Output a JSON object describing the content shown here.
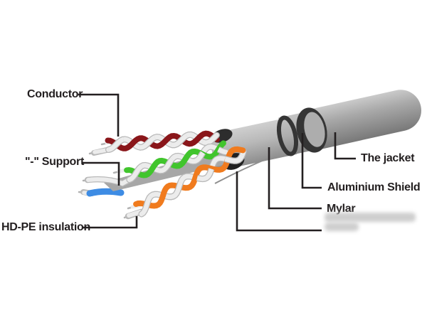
{
  "figure": {
    "description": "Cutaway diagram of an FTP network cable showing jacket, shield, mylar wrap, support member and twisted wire pairs",
    "labels": {
      "conductor": "Conductor",
      "support": "\"-\" Support",
      "hd_pe_insulation": "HD-PE insulation",
      "the_jacket": "The jacket",
      "aluminium_shield": "Aluminium Shield",
      "mylar": "Mylar"
    },
    "watermark_note": "blurred unreadable text patch below Mylar label",
    "colors": {
      "background": "#ffffff",
      "callout_line": "#231f20",
      "label_text": "#231f20",
      "pair_maroon": "#8a161a",
      "pair_green": "#41c52d",
      "pair_orange": "#f07b1e",
      "wire_blue": "#3e8ce4",
      "wire_white": "#ececec",
      "wire_edge_gray": "#b9b9b9",
      "conductor_tip_gray": "#b3b3b3",
      "support_strip": "#a7a7a7",
      "ring_dark": "#353535",
      "drain_wire": "#8f8f8f"
    }
  }
}
